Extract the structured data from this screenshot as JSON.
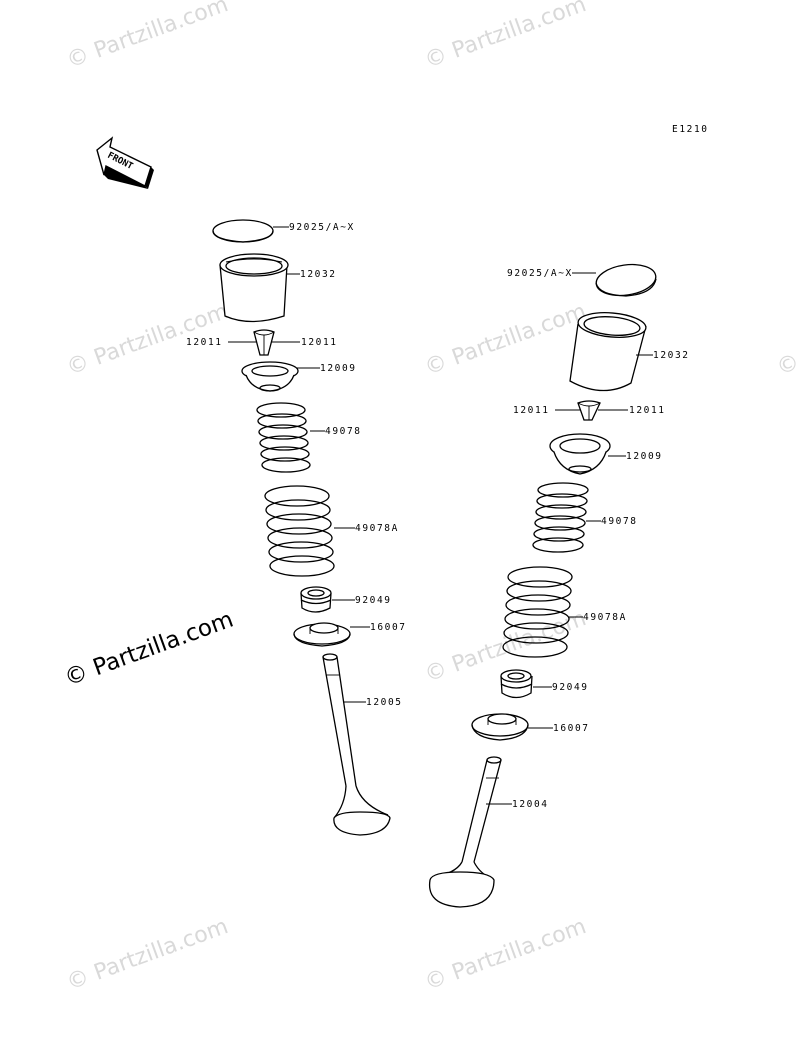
{
  "diagram": {
    "code": "E1210",
    "front_label": "FRONT",
    "watermark": "© Partzilla.com",
    "parts_left": [
      {
        "id": "tappet-shim-left",
        "label": "92025/A~X"
      },
      {
        "id": "tappet-left",
        "label": "12032"
      },
      {
        "id": "cotter-left-a",
        "label": "12011"
      },
      {
        "id": "cotter-left-b",
        "label": "12011"
      },
      {
        "id": "retainer-left",
        "label": "12009"
      },
      {
        "id": "inner-spring-left",
        "label": "49078"
      },
      {
        "id": "outer-spring-left",
        "label": "49078A"
      },
      {
        "id": "stem-seal-left",
        "label": "92049"
      },
      {
        "id": "spring-seat-left",
        "label": "16007"
      },
      {
        "id": "exhaust-valve",
        "label": "12005"
      }
    ],
    "parts_right": [
      {
        "id": "tappet-shim-right",
        "label": "92025/A~X"
      },
      {
        "id": "tappet-right",
        "label": "12032"
      },
      {
        "id": "cotter-right-a",
        "label": "12011"
      },
      {
        "id": "cotter-right-b",
        "label": "12011"
      },
      {
        "id": "retainer-right",
        "label": "12009"
      },
      {
        "id": "inner-spring-right",
        "label": "49078"
      },
      {
        "id": "outer-spring-right",
        "label": "49078A"
      },
      {
        "id": "stem-seal-right",
        "label": "92049"
      },
      {
        "id": "spring-seat-right",
        "label": "16007"
      },
      {
        "id": "intake-valve",
        "label": "12004"
      }
    ]
  }
}
